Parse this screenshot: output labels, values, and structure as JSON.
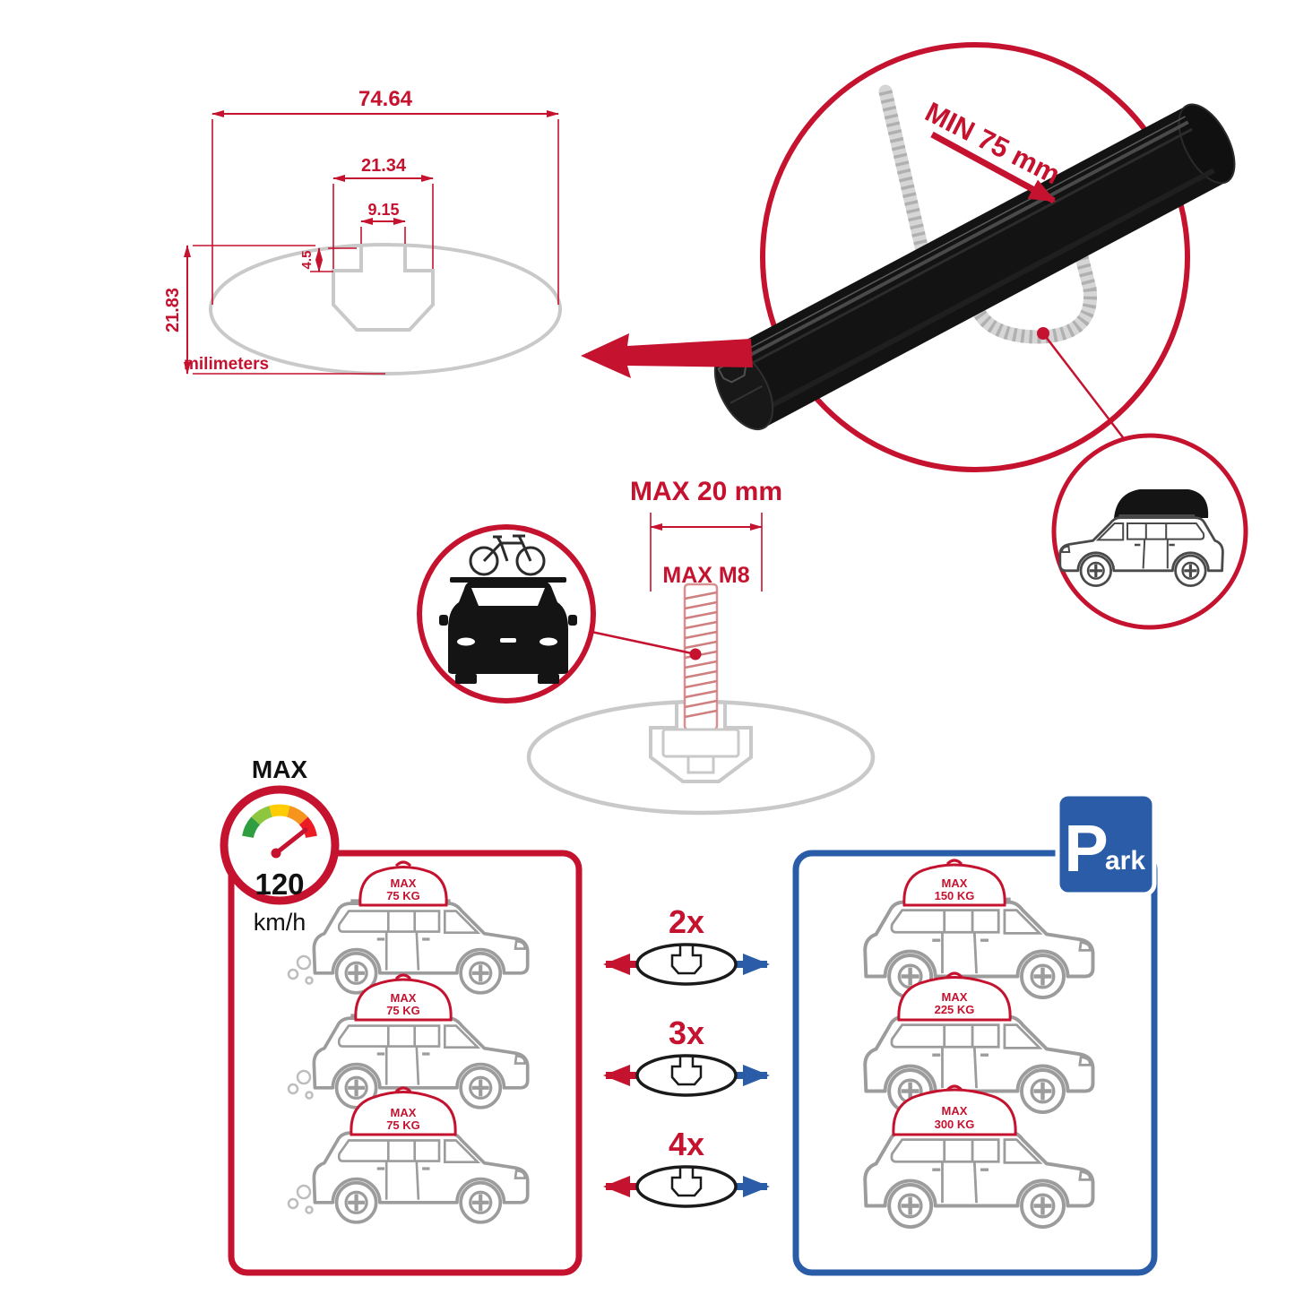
{
  "colors": {
    "red": "#c4122f",
    "blue": "#2a5ca8",
    "gray": "#c9c9c9",
    "black": "#141414"
  },
  "profile_dimensions": {
    "overall_width": "74.64",
    "channel_width": "21.34",
    "slot_width": "9.15",
    "slot_depth": "4.5",
    "overall_height": "21.83",
    "units": "milimeters"
  },
  "clamp_detail": {
    "min_clearance": "MIN 75 mm"
  },
  "bolt_detail": {
    "max_length": "MAX 20 mm",
    "max_thread": "MAX M8"
  },
  "speed_gauge": {
    "title": "MAX",
    "value": "120",
    "units": "km/h"
  },
  "driving_panel": {
    "cars": [
      {
        "load_max": "MAX",
        "load_value": "75 KG"
      },
      {
        "load_max": "MAX",
        "load_value": "75 KG"
      },
      {
        "load_max": "MAX",
        "load_value": "75 KG"
      }
    ]
  },
  "parking_panel": {
    "sign_p": "P",
    "sign_ark": "ark",
    "cars": [
      {
        "load_max": "MAX",
        "load_value": "150 KG"
      },
      {
        "load_max": "MAX",
        "load_value": "225 KG"
      },
      {
        "load_max": "MAX",
        "load_value": "300 KG"
      }
    ]
  },
  "quantity_rows": [
    {
      "label": "2x"
    },
    {
      "label": "3x"
    },
    {
      "label": "4x"
    }
  ]
}
